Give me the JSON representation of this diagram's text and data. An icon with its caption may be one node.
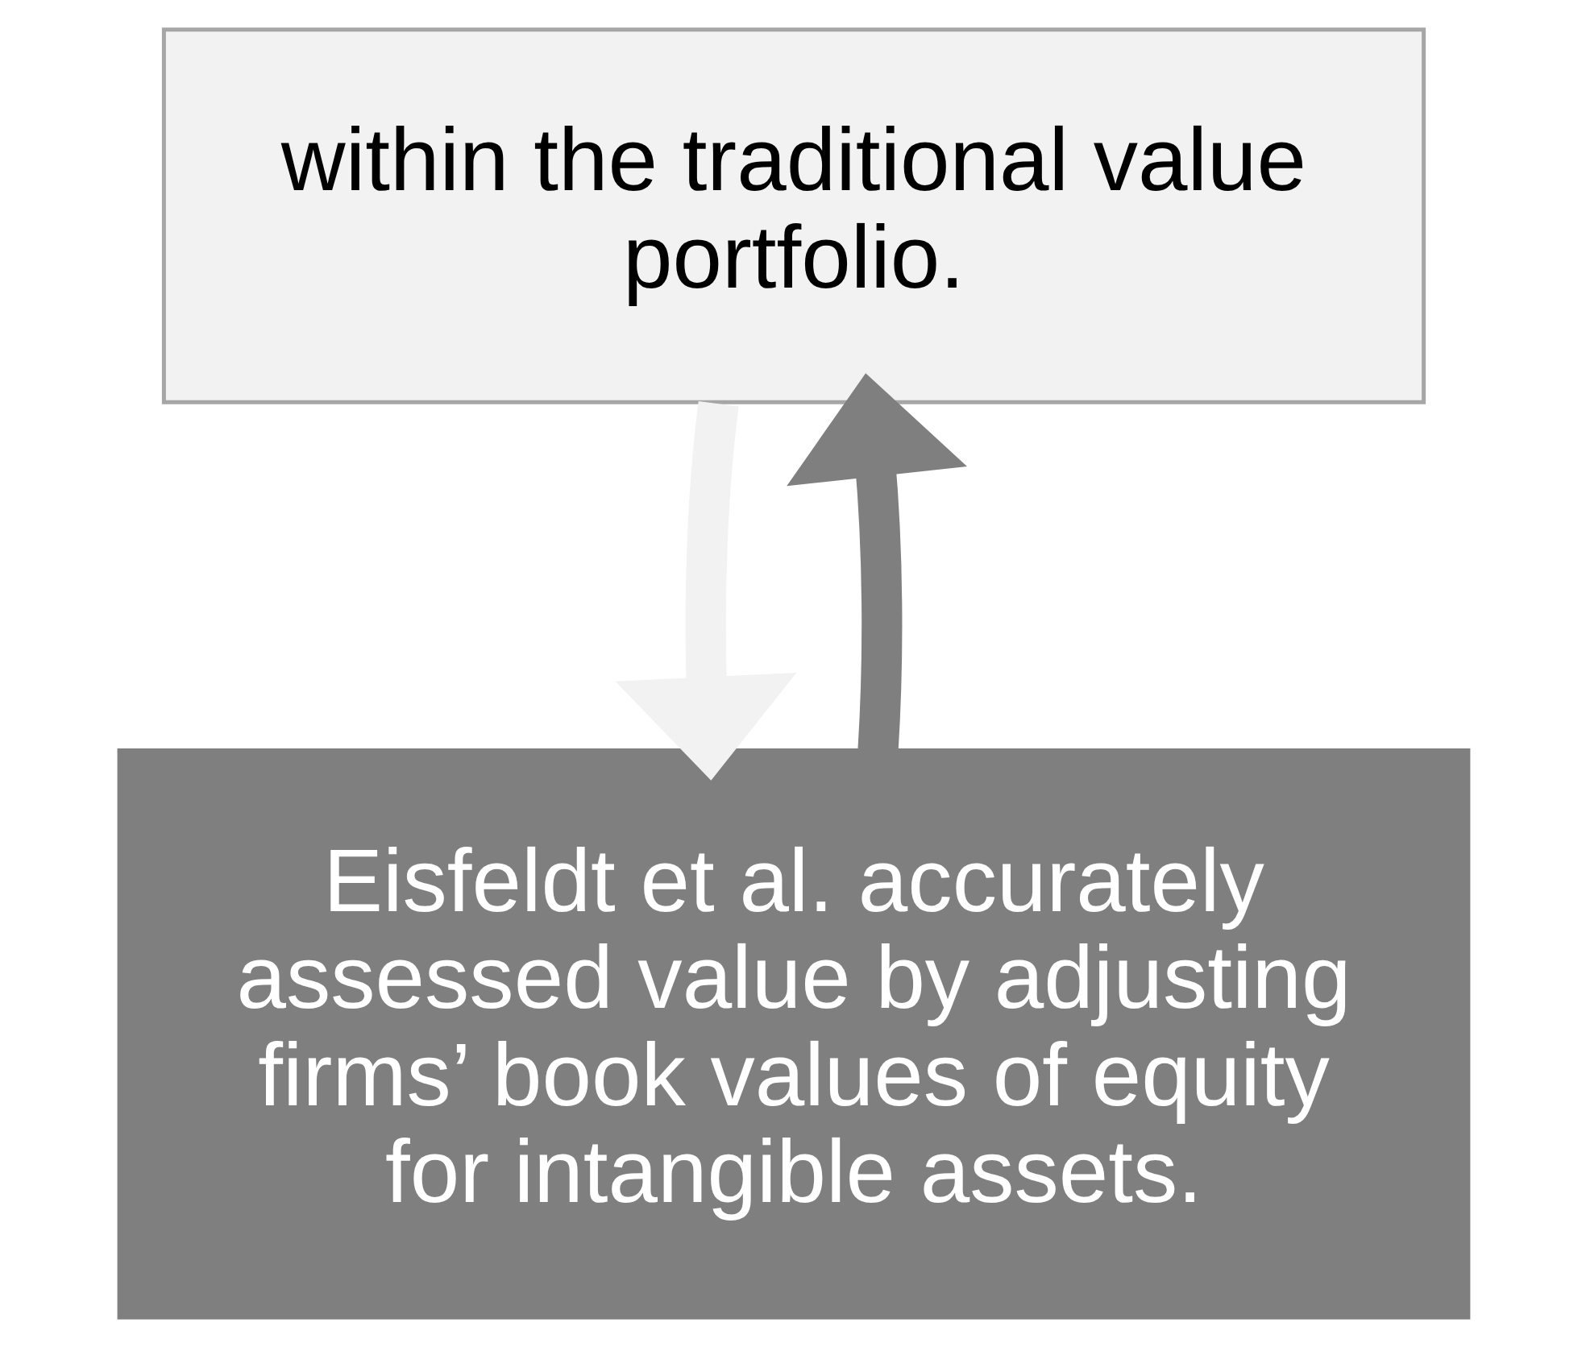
{
  "diagram": {
    "nodes": [
      {
        "text": [
          "within the traditional value portfolio."
        ]
      },
      {
        "text": [
          "Eisfeldt et al. accurately assessed value by adjusting firms’ book values of equity for intangible assets."
        ]
      }
    ],
    "edges": [
      {
        "from": 0,
        "to": 1,
        "arrow": "to",
        "color": "#f2f2f2"
      },
      {
        "from": 1,
        "to": 0,
        "arrow": "to",
        "color": "#7f7f7f"
      }
    ]
  }
}
